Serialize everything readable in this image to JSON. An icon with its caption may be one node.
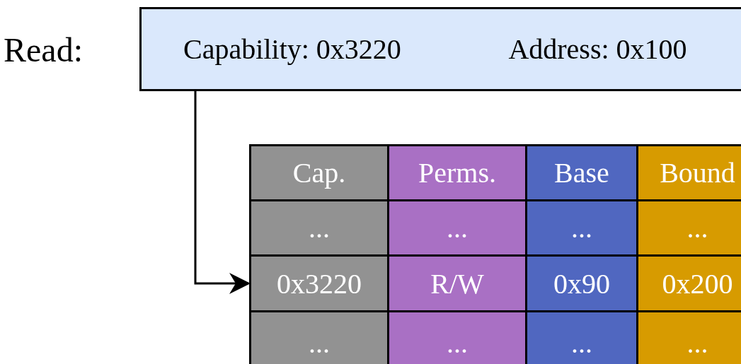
{
  "diagram": {
    "nodes": [
      {
        "text": [
          "Capability: 0x3220"
        ]
      },
      {
        "text": [
          "Address: 0x100"
        ]
      },
      {
        "text": [
          "0x3220"
        ]
      }
    ],
    "edges": [
      {
        "from": 0,
        "to": 2,
        "arrow": "to"
      }
    ],
    "labels": [
      "Read:",
      "Cap.",
      "Perms.",
      "Base",
      "Bound",
      "...",
      "...",
      "...",
      "...",
      "R/W",
      "0x90",
      "0x200",
      "...",
      "...",
      "...",
      "..."
    ]
  }
}
